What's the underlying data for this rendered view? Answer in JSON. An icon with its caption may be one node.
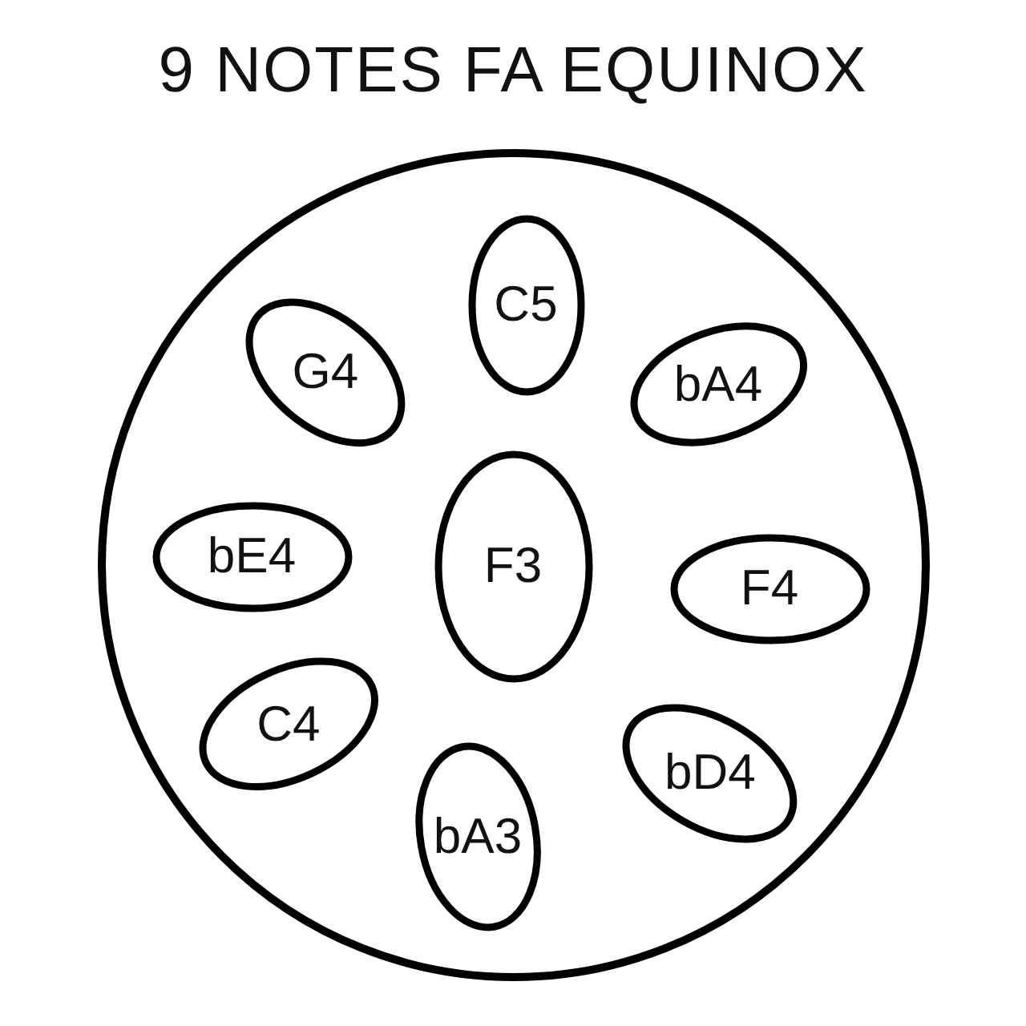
{
  "diagram": {
    "title": "9 NOTES FA EQUINOX",
    "nodes": [
      {
        "text": [],
        "shape": "circle"
      },
      {
        "text": [
          "C5"
        ],
        "in": 0
      },
      {
        "text": [
          "G4"
        ],
        "in": 0
      },
      {
        "text": [
          "bA4"
        ],
        "in": 0
      },
      {
        "text": [
          "bE4"
        ],
        "in": 0
      },
      {
        "text": [
          "F3"
        ],
        "in": 0
      },
      {
        "text": [
          "F4"
        ],
        "in": 0
      },
      {
        "text": [
          "C4"
        ],
        "in": 0
      },
      {
        "text": [
          "bD4"
        ],
        "in": 0
      },
      {
        "text": [
          "bA3"
        ],
        "in": 0
      }
    ],
    "edges": []
  }
}
